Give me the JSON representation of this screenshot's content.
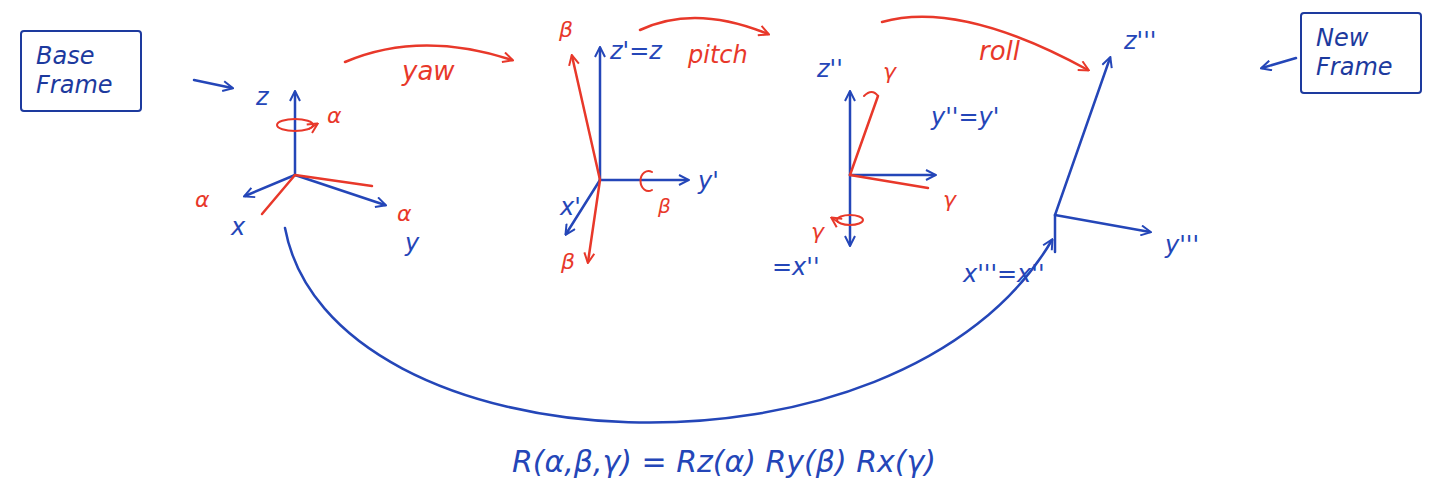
{
  "diagram": {
    "nodes": [
      {
        "text": [
          "Base Frame"
        ]
      },
      {
        "text": [
          "New Frame"
        ]
      }
    ],
    "labels": [
      "z",
      "α",
      "α",
      "x",
      "α",
      "y",
      "yaw",
      "β",
      "z'=z",
      "pitch",
      "y'",
      "x'",
      "β",
      "β",
      "z''",
      "γ",
      "roll",
      "y''=y'",
      "γ",
      "γ",
      "=x''",
      "z'''",
      "y'''",
      "x'''=x''",
      "R(α,β,γ) = Rz(α) Ry(β) Rx(γ)"
    ]
  }
}
